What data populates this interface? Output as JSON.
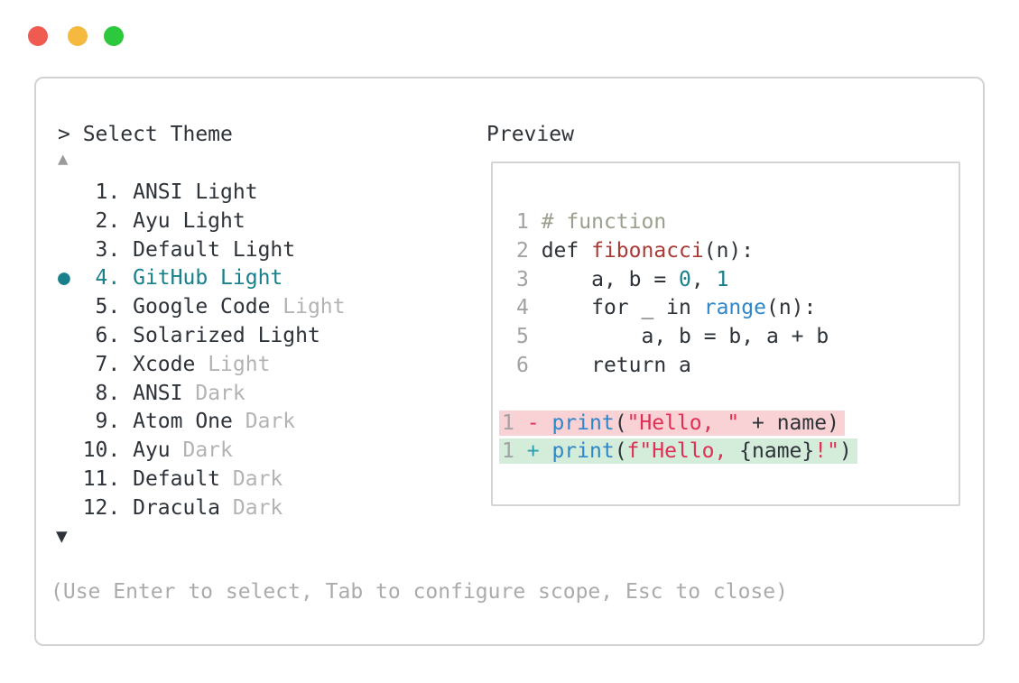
{
  "traffic_lights": {
    "red": "#f05b51",
    "yellow": "#f5b93f",
    "green": "#2dc83d"
  },
  "selector": {
    "title": "> Select Theme",
    "scroll_up_icon": "▲",
    "scroll_down_icon": "▼",
    "accent_color": "#17808a",
    "items": [
      {
        "num": "1",
        "name": "ANSI",
        "suffix": "Light",
        "suffix_muted": false,
        "selected": false
      },
      {
        "num": "2",
        "name": "Ayu",
        "suffix": "Light",
        "suffix_muted": false,
        "selected": false
      },
      {
        "num": "3",
        "name": "Default",
        "suffix": "Light",
        "suffix_muted": false,
        "selected": false
      },
      {
        "num": "4",
        "name": "GitHub",
        "suffix": "Light",
        "suffix_muted": false,
        "selected": true
      },
      {
        "num": "5",
        "name": "Google Code",
        "suffix": "Light",
        "suffix_muted": true,
        "selected": false
      },
      {
        "num": "6",
        "name": "Solarized",
        "suffix": "Light",
        "suffix_muted": false,
        "selected": false
      },
      {
        "num": "7",
        "name": "Xcode",
        "suffix": "Light",
        "suffix_muted": true,
        "selected": false
      },
      {
        "num": "8",
        "name": "ANSI",
        "suffix": "Dark",
        "suffix_muted": true,
        "selected": false
      },
      {
        "num": "9",
        "name": "Atom One",
        "suffix": "Dark",
        "suffix_muted": true,
        "selected": false
      },
      {
        "num": "10",
        "name": "Ayu",
        "suffix": "Dark",
        "suffix_muted": true,
        "selected": false
      },
      {
        "num": "11",
        "name": "Default",
        "suffix": "Dark",
        "suffix_muted": true,
        "selected": false
      },
      {
        "num": "12",
        "name": "Dracula",
        "suffix": "Dark",
        "suffix_muted": true,
        "selected": false
      }
    ],
    "hint": "(Use Enter to select, Tab to configure scope, Esc to close)"
  },
  "preview": {
    "label": "Preview",
    "syntax_colors": {
      "comment": "#9aa08e",
      "function": "#a93b36",
      "number": "#17808a",
      "builtin_blue": "#2f87c9",
      "string": "#e02e55",
      "diff_removed_bg": "#f8d2d4",
      "diff_added_bg": "#d3edda"
    },
    "code_lines": [
      [
        [
          "ln",
          "1"
        ],
        [
          "d",
          " "
        ],
        [
          "com",
          "# function"
        ]
      ],
      [
        [
          "ln",
          "2"
        ],
        [
          "d",
          " def "
        ],
        [
          "fn",
          "fibonacci"
        ],
        [
          "d",
          "(n):"
        ]
      ],
      [
        [
          "ln",
          "3"
        ],
        [
          "d",
          "     a, b = "
        ],
        [
          "num",
          "0"
        ],
        [
          "d",
          ", "
        ],
        [
          "num",
          "1"
        ]
      ],
      [
        [
          "ln",
          "4"
        ],
        [
          "d",
          "     for _ in "
        ],
        [
          "blue",
          "range"
        ],
        [
          "d",
          "(n):"
        ]
      ],
      [
        [
          "ln",
          "5"
        ],
        [
          "d",
          "         a, b = b, a + b"
        ]
      ],
      [
        [
          "ln",
          "6"
        ],
        [
          "d",
          "     return a"
        ]
      ]
    ],
    "diff_lines": [
      {
        "kind": "rm",
        "tokens": [
          [
            "ln",
            "1"
          ],
          [
            "d",
            " "
          ],
          [
            "min",
            "-"
          ],
          [
            "d",
            " "
          ],
          [
            "blue",
            "print"
          ],
          [
            "d",
            "("
          ],
          [
            "str",
            "\"Hello, \""
          ],
          [
            "d",
            " + name)"
          ]
        ]
      },
      {
        "kind": "add",
        "tokens": [
          [
            "ln",
            "1"
          ],
          [
            "d",
            " "
          ],
          [
            "plus",
            "+"
          ],
          [
            "d",
            " "
          ],
          [
            "blue",
            "print"
          ],
          [
            "d",
            "("
          ],
          [
            "str",
            "f\"Hello, "
          ],
          [
            "d",
            "{name}"
          ],
          [
            "str",
            "!\""
          ],
          [
            "d",
            ")"
          ]
        ]
      }
    ]
  }
}
